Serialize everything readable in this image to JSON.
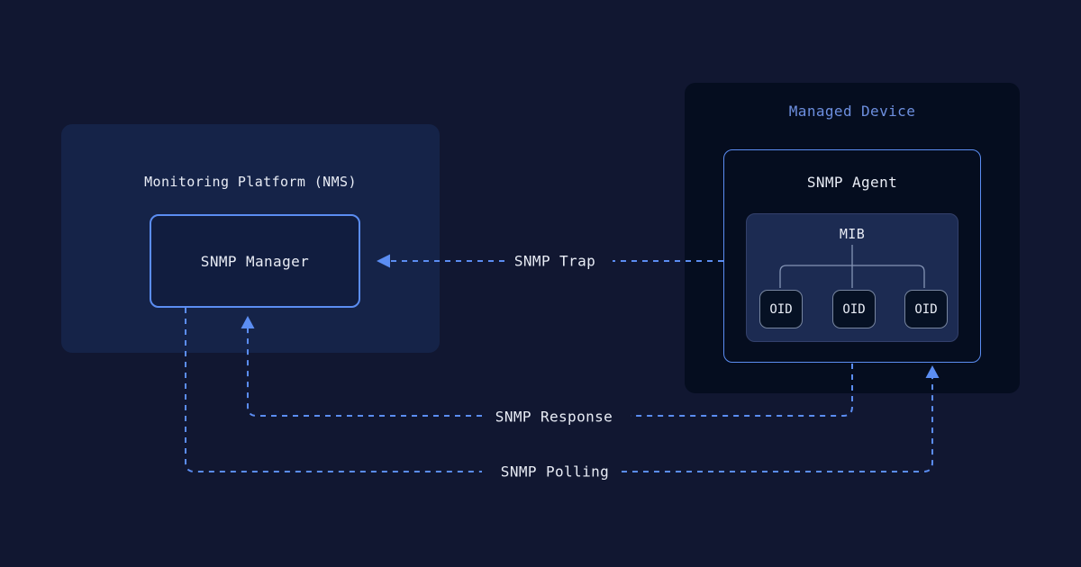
{
  "left_panel": {
    "title": "Monitoring Platform (NMS)",
    "manager_label": "SNMP Manager"
  },
  "right_panel": {
    "title": "Managed Device",
    "agent_label": "SNMP Agent",
    "mib_label": "MIB",
    "oids": [
      "OID",
      "OID",
      "OID"
    ]
  },
  "flows": [
    {
      "label": "SNMP Trap",
      "from": "SNMP Agent",
      "to": "SNMP Manager"
    },
    {
      "label": "SNMP Response",
      "from": "SNMP Agent",
      "to": "SNMP Manager"
    },
    {
      "label": "SNMP Polling",
      "from": "SNMP Manager",
      "to": "SNMP Agent"
    }
  ],
  "colors": {
    "background": "#111731",
    "left_panel_bg": "#152348",
    "right_panel_bg": "#050d1f",
    "accent_blue": "#5b8df2",
    "managed_device_title": "#6d8fdf",
    "text_primary": "#e8ecf5",
    "mib_bg": "#1c2b52",
    "oid_bg": "#061124",
    "connector_gray": "#8494b5"
  }
}
